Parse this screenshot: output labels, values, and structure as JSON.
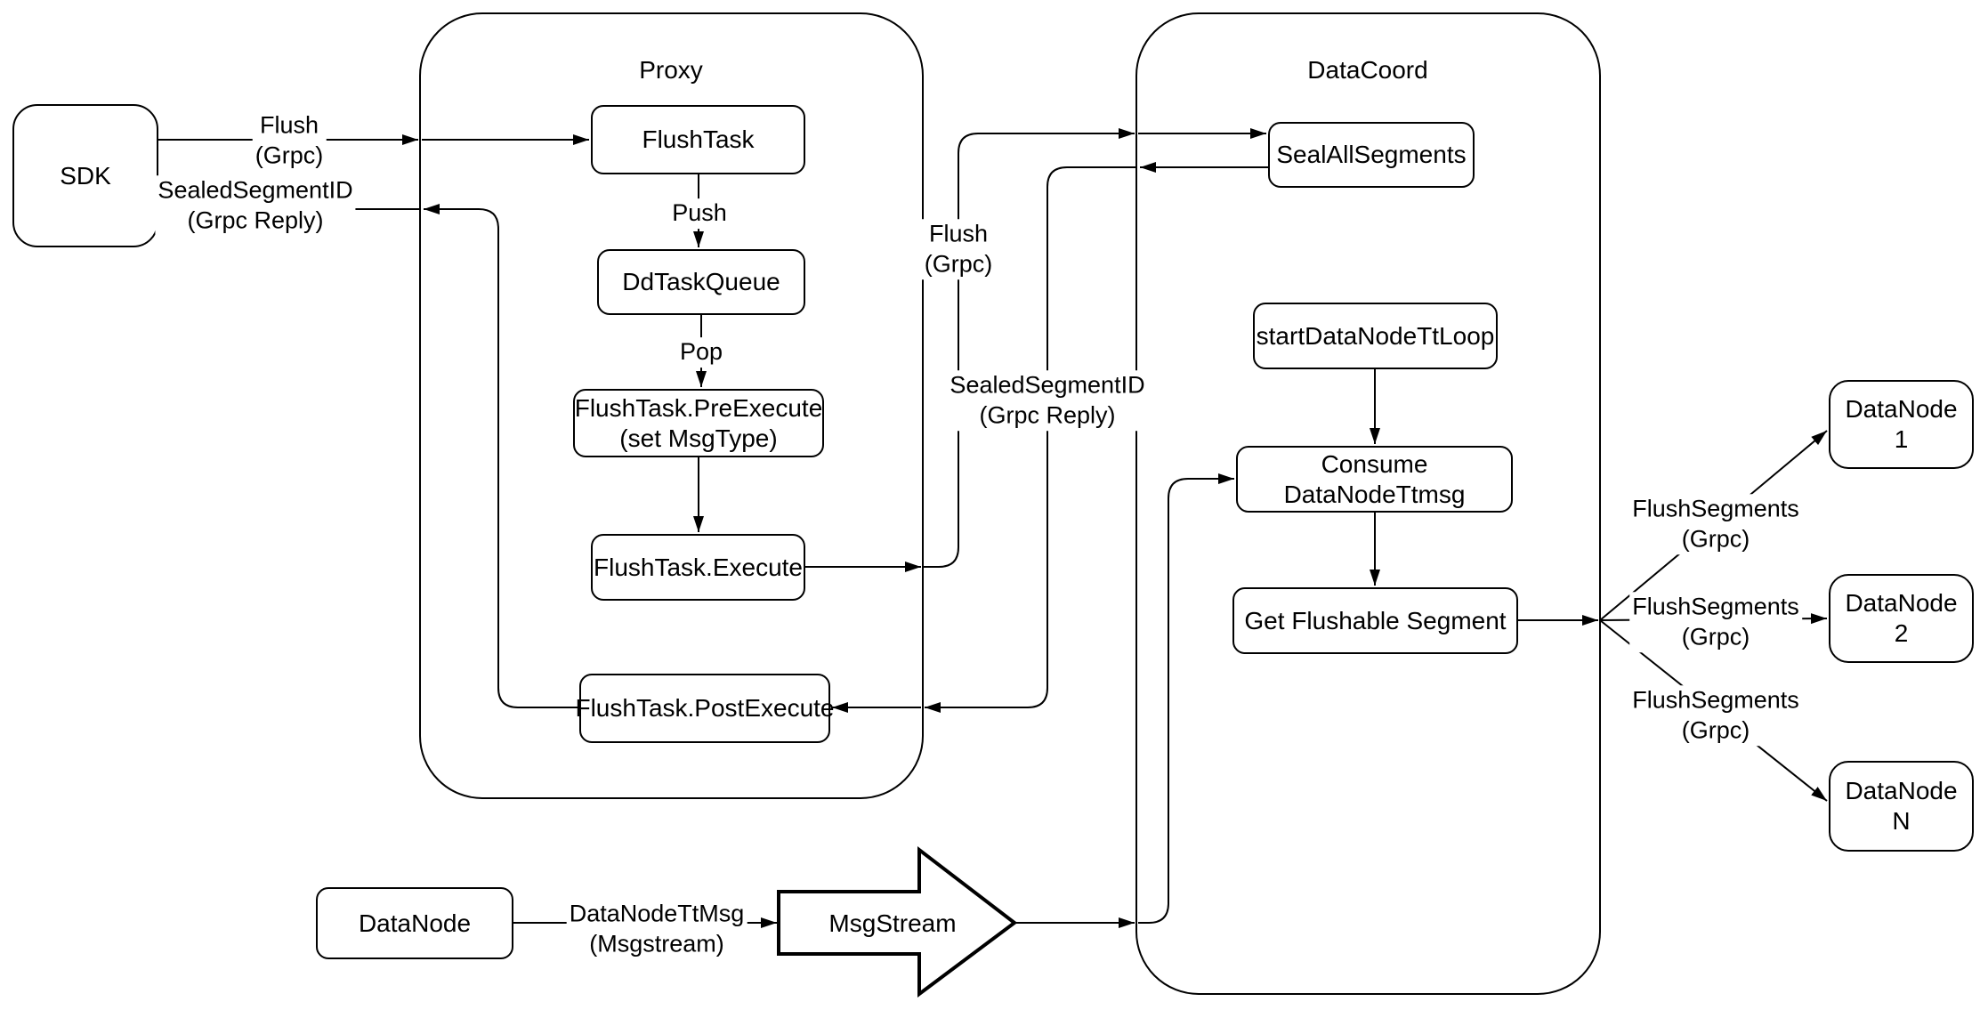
{
  "diagram": {
    "colors": {
      "stroke": "#000000",
      "fill": "#ffffff"
    },
    "containers": {
      "proxy": {
        "label": "Proxy"
      },
      "datacoord": {
        "label": "DataCoord"
      }
    },
    "nodes": {
      "sdk": {
        "label": "SDK"
      },
      "flush_task": {
        "label": "FlushTask"
      },
      "dd_task_queue": {
        "label": "DdTaskQueue"
      },
      "pre_execute": {
        "line1": "FlushTask.PreExecute",
        "line2": "(set MsgType)"
      },
      "execute": {
        "label": "FlushTask.Execute"
      },
      "post_execute": {
        "label": "FlushTask.PostExecute"
      },
      "seal_all_segments": {
        "label": "SealAllSegments"
      },
      "start_data_node_tt_loop": {
        "label": "startDataNodeTtLoop"
      },
      "consume_data_node_ttmsg": {
        "label": "Consume DataNodeTtmsg"
      },
      "get_flushable_segment": {
        "label": "Get Flushable Segment"
      },
      "data_node_1": {
        "label": "DataNode 1"
      },
      "data_node_2": {
        "label": "DataNode 2"
      },
      "data_node_n": {
        "label": "DataNode N"
      },
      "data_node": {
        "label": "DataNode"
      },
      "msg_stream": {
        "label": "MsgStream"
      }
    },
    "edge_labels": {
      "flush_sdk": {
        "line1": "Flush",
        "line2": "(Grpc)"
      },
      "sealed_segment_sdk": {
        "line1": "SealedSegmentID",
        "line2": "(Grpc Reply)"
      },
      "push": {
        "label": "Push"
      },
      "pop": {
        "label": "Pop"
      },
      "flush_mid": {
        "line1": "Flush",
        "line2": "(Grpc)"
      },
      "sealed_segment_mid": {
        "line1": "SealedSegmentID",
        "line2": "(Grpc Reply)"
      },
      "flush_segments_1": {
        "line1": "FlushSegments",
        "line2": "(Grpc)"
      },
      "flush_segments_2": {
        "line1": "FlushSegments",
        "line2": "(Grpc)"
      },
      "flush_segments_3": {
        "line1": "FlushSegments",
        "line2": "(Grpc)"
      },
      "data_node_tt_msg": {
        "line1": "DataNodeTtMsg",
        "line2": "(Msgstream)"
      }
    }
  }
}
